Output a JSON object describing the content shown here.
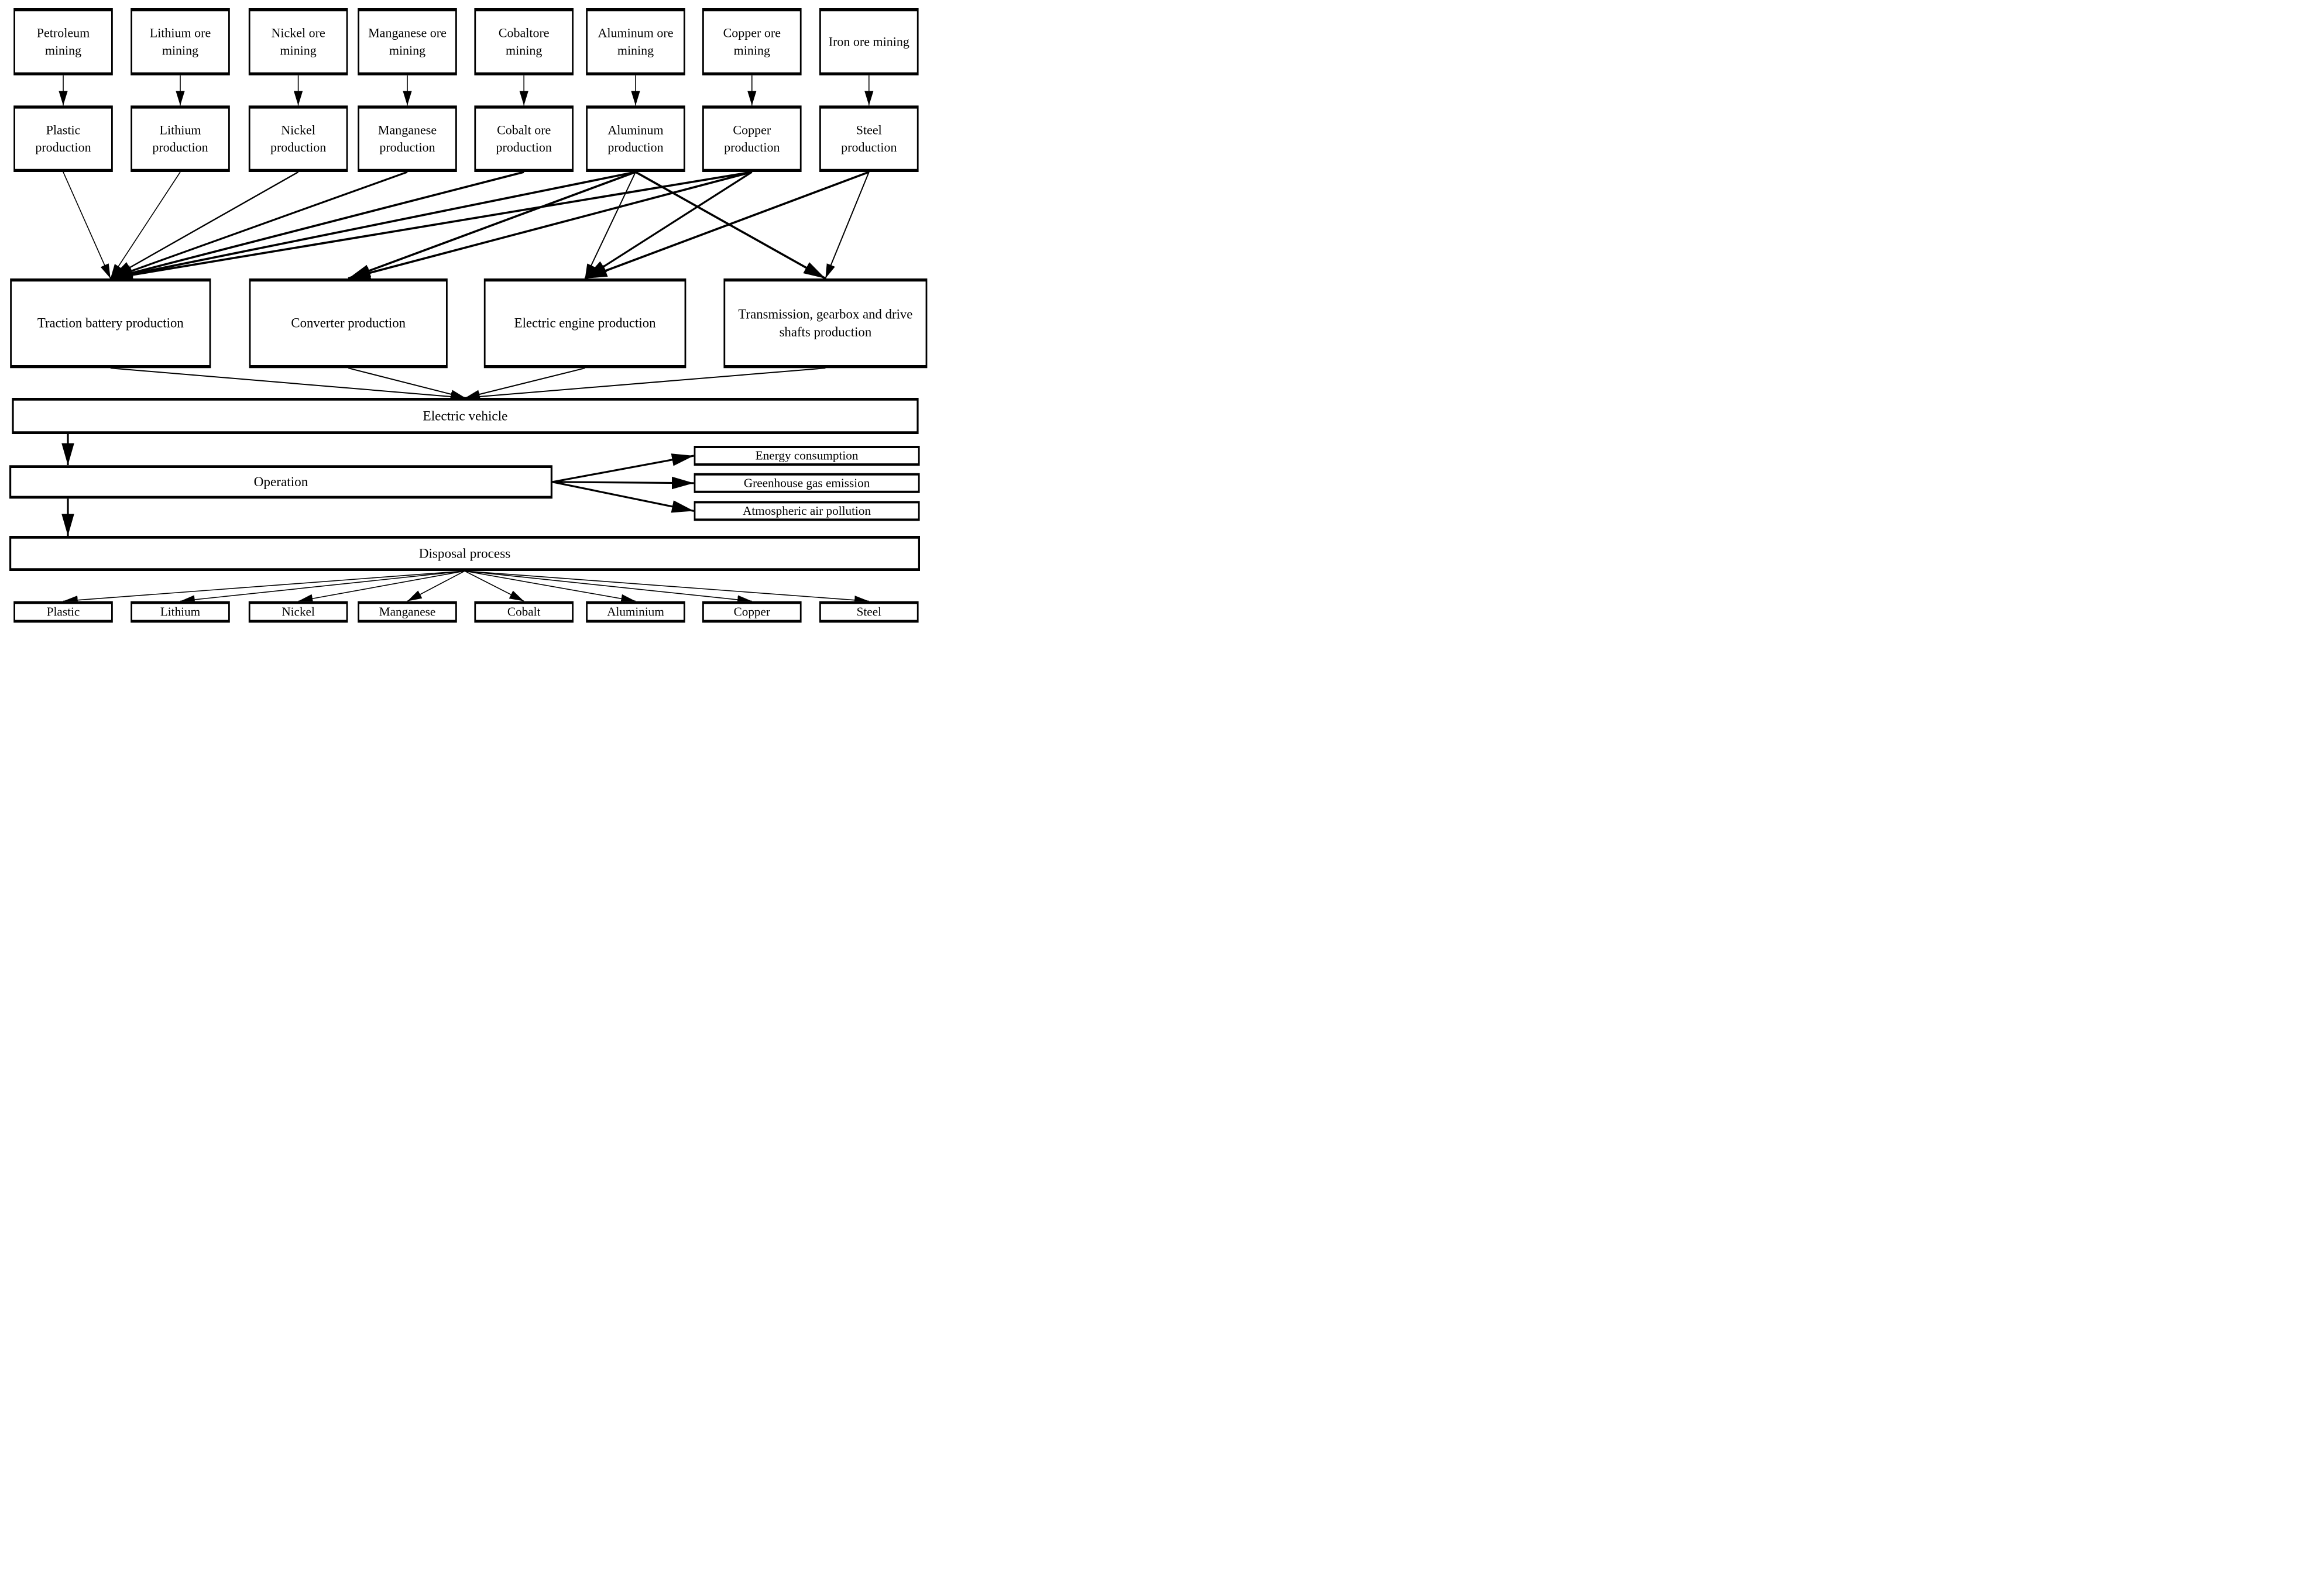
{
  "colors": {
    "background": "#ffffff",
    "line": "#000000",
    "box_border": "#000000",
    "text": "#000000"
  },
  "flowchart": {
    "nodes": [
      {
        "id": "petroleum_mining",
        "label": "Petroleum mining"
      },
      {
        "id": "lithium_ore_mining",
        "label": "Lithium ore mining"
      },
      {
        "id": "nickel_ore_mining",
        "label": "Nickel ore mining"
      },
      {
        "id": "manganese_ore_mining",
        "label": "Manganese ore mining"
      },
      {
        "id": "cobalt_ore_mining",
        "label": "Cobaltore mining"
      },
      {
        "id": "aluminum_ore_mining",
        "label": "Aluminum ore mining"
      },
      {
        "id": "copper_ore_mining",
        "label": "Copper ore mining"
      },
      {
        "id": "iron_ore_mining",
        "label": "Iron ore mining"
      },
      {
        "id": "plastic_production",
        "label": "Plastic production"
      },
      {
        "id": "lithium_production",
        "label": "Lithium production"
      },
      {
        "id": "nickel_production",
        "label": "Nickel production"
      },
      {
        "id": "manganese_production",
        "label": "Manganese production"
      },
      {
        "id": "cobalt_production",
        "label": "Cobalt ore production"
      },
      {
        "id": "aluminum_production",
        "label": "Aluminum production"
      },
      {
        "id": "copper_production",
        "label": "Copper production"
      },
      {
        "id": "steel_production",
        "label": "Steel production"
      },
      {
        "id": "traction_battery",
        "label": "Traction battery production"
      },
      {
        "id": "converter",
        "label": "Converter production"
      },
      {
        "id": "electric_engine",
        "label": "Electric engine production"
      },
      {
        "id": "transmission",
        "label": "Transmission, gearbox and drive shafts production"
      },
      {
        "id": "electric_vehicle",
        "label": "Electric vehicle"
      },
      {
        "id": "operation",
        "label": "Operation"
      },
      {
        "id": "energy_consumption",
        "label": "Energy consumption"
      },
      {
        "id": "ghg_emission",
        "label": "Greenhouse gas emission"
      },
      {
        "id": "air_pollution",
        "label": "Atmospheric air pollution"
      },
      {
        "id": "disposal",
        "label": "Disposal process"
      },
      {
        "id": "plastic_out",
        "label": "Plastic"
      },
      {
        "id": "lithium_out",
        "label": "Lithium"
      },
      {
        "id": "nickel_out",
        "label": "Nickel"
      },
      {
        "id": "manganese_out",
        "label": "Manganese"
      },
      {
        "id": "cobalt_out",
        "label": "Cobalt"
      },
      {
        "id": "aluminium_out",
        "label": "Aluminium"
      },
      {
        "id": "copper_out",
        "label": "Copper"
      },
      {
        "id": "steel_out",
        "label": "Steel"
      }
    ],
    "edges": [
      {
        "from": "petroleum_mining",
        "to": "plastic_production"
      },
      {
        "from": "lithium_ore_mining",
        "to": "lithium_production"
      },
      {
        "from": "nickel_ore_mining",
        "to": "nickel_production"
      },
      {
        "from": "manganese_ore_mining",
        "to": "manganese_production"
      },
      {
        "from": "cobalt_ore_mining",
        "to": "cobalt_production"
      },
      {
        "from": "aluminum_ore_mining",
        "to": "aluminum_production"
      },
      {
        "from": "copper_ore_mining",
        "to": "copper_production"
      },
      {
        "from": "iron_ore_mining",
        "to": "steel_production"
      },
      {
        "from": "plastic_production",
        "to": "traction_battery"
      },
      {
        "from": "lithium_production",
        "to": "traction_battery"
      },
      {
        "from": "nickel_production",
        "to": "traction_battery"
      },
      {
        "from": "manganese_production",
        "to": "traction_battery"
      },
      {
        "from": "cobalt_production",
        "to": "traction_battery"
      },
      {
        "from": "aluminum_production",
        "to": "traction_battery"
      },
      {
        "from": "copper_production",
        "to": "traction_battery"
      },
      {
        "from": "aluminum_production",
        "to": "converter"
      },
      {
        "from": "copper_production",
        "to": "converter"
      },
      {
        "from": "aluminum_production",
        "to": "electric_engine"
      },
      {
        "from": "copper_production",
        "to": "electric_engine"
      },
      {
        "from": "steel_production",
        "to": "electric_engine"
      },
      {
        "from": "aluminum_production",
        "to": "transmission"
      },
      {
        "from": "steel_production",
        "to": "transmission"
      },
      {
        "from": "traction_battery",
        "to": "electric_vehicle"
      },
      {
        "from": "converter",
        "to": "electric_vehicle"
      },
      {
        "from": "electric_engine",
        "to": "electric_vehicle"
      },
      {
        "from": "transmission",
        "to": "electric_vehicle"
      },
      {
        "from": "electric_vehicle",
        "to": "operation"
      },
      {
        "from": "operation",
        "to": "energy_consumption"
      },
      {
        "from": "operation",
        "to": "ghg_emission"
      },
      {
        "from": "operation",
        "to": "air_pollution"
      },
      {
        "from": "operation",
        "to": "disposal"
      },
      {
        "from": "disposal",
        "to": "plastic_out"
      },
      {
        "from": "disposal",
        "to": "lithium_out"
      },
      {
        "from": "disposal",
        "to": "nickel_out"
      },
      {
        "from": "disposal",
        "to": "manganese_out"
      },
      {
        "from": "disposal",
        "to": "cobalt_out"
      },
      {
        "from": "disposal",
        "to": "aluminium_out"
      },
      {
        "from": "disposal",
        "to": "copper_out"
      },
      {
        "from": "disposal",
        "to": "steel_out"
      }
    ]
  }
}
